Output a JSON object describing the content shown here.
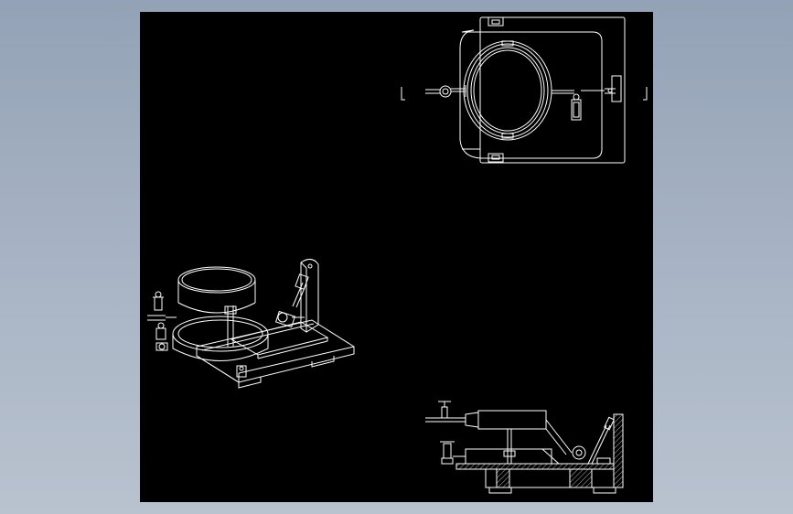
{
  "drawing": {
    "background_color": "#000000",
    "line_color": "#ffffff",
    "page_background": "#a0adbf",
    "views": [
      {
        "id": "top-view"
      },
      {
        "id": "isometric-view"
      },
      {
        "id": "front-section-view"
      }
    ]
  }
}
